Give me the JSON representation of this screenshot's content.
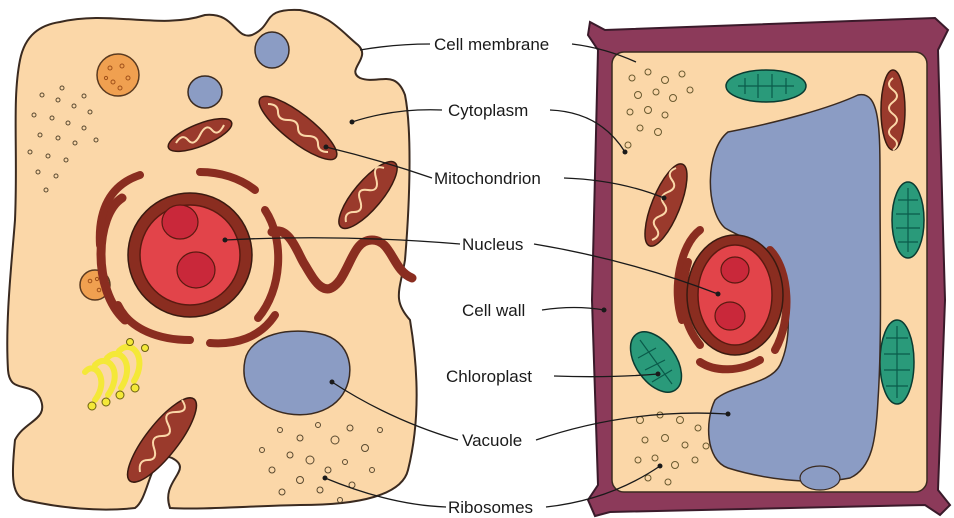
{
  "labels": {
    "cell_membrane": "Cell membrane",
    "cytoplasm": "Cytoplasm",
    "mitochondrion": "Mitochondrion",
    "nucleus": "Nucleus",
    "cell_wall": "Cell wall",
    "chloroplast": "Chloroplast",
    "vacuole": "Vacuole",
    "ribosomes": "Ribosomes"
  },
  "colors": {
    "cytoplasm": "#fbd7a8",
    "cell_outline": "#3a2a20",
    "cell_wall": "#8c3a5a",
    "mitochondrion": "#9a3a2c",
    "nucleus": "#e2444a",
    "nucleolus": "#c9283a",
    "endoplasmic_reticulum": "#8a2d20",
    "vacuole": "#8b9cc4",
    "chloroplast": "#1e8a7a",
    "golgi": "#f4e838",
    "lysosome": "#f0a050"
  }
}
